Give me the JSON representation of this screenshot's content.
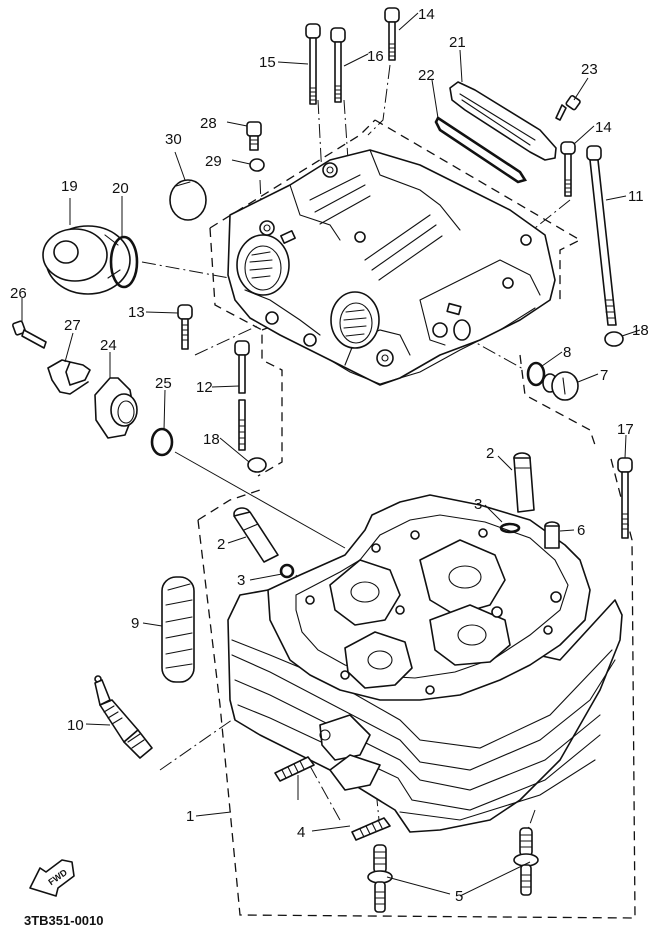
{
  "diagram": {
    "title": "Cylinder head exploded parts diagram",
    "drawing_code": "3TB351-0010",
    "direction_badge": "FWD",
    "colors": {
      "ink": "#111111",
      "paper": "#ffffff"
    },
    "callouts": [
      {
        "id": "c1",
        "label": "1",
        "part": "cylinder-head"
      },
      {
        "id": "c2a",
        "label": "2",
        "part": "valve-guide"
      },
      {
        "id": "c2b",
        "label": "2",
        "part": "valve-guide"
      },
      {
        "id": "c3a",
        "label": "3",
        "part": "circlip"
      },
      {
        "id": "c3b",
        "label": "3",
        "part": "circlip"
      },
      {
        "id": "c4",
        "label": "4",
        "part": "stud-bolt"
      },
      {
        "id": "c5",
        "label": "5",
        "part": "stud-bolt-collared"
      },
      {
        "id": "c6",
        "label": "6",
        "part": "dowel-pin"
      },
      {
        "id": "c7",
        "label": "7",
        "part": "plug"
      },
      {
        "id": "c8",
        "label": "8",
        "part": "o-ring"
      },
      {
        "id": "c9",
        "label": "9",
        "part": "spark-plug-cover"
      },
      {
        "id": "c10",
        "label": "10",
        "part": "spark-plug"
      },
      {
        "id": "c11",
        "label": "11",
        "part": "long-bolt"
      },
      {
        "id": "c12",
        "label": "12",
        "part": "bolt"
      },
      {
        "id": "c13",
        "label": "13",
        "part": "bolt"
      },
      {
        "id": "c14a",
        "label": "14",
        "part": "bolt"
      },
      {
        "id": "c14b",
        "label": "14",
        "part": "bolt"
      },
      {
        "id": "c15",
        "label": "15",
        "part": "bolt"
      },
      {
        "id": "c16",
        "label": "16",
        "part": "bolt"
      },
      {
        "id": "c17",
        "label": "17",
        "part": "bolt"
      },
      {
        "id": "c18a",
        "label": "18",
        "part": "washer"
      },
      {
        "id": "c18b",
        "label": "18",
        "part": "washer"
      },
      {
        "id": "c19",
        "label": "19",
        "part": "tappet-cover"
      },
      {
        "id": "c20",
        "label": "20",
        "part": "o-ring"
      },
      {
        "id": "c21",
        "label": "21",
        "part": "cover"
      },
      {
        "id": "c22",
        "label": "22",
        "part": "gasket"
      },
      {
        "id": "c23",
        "label": "23",
        "part": "bolt"
      },
      {
        "id": "c24",
        "label": "24",
        "part": "joint"
      },
      {
        "id": "c25",
        "label": "25",
        "part": "o-ring"
      },
      {
        "id": "c26",
        "label": "26",
        "part": "screw"
      },
      {
        "id": "c27",
        "label": "27",
        "part": "clamp"
      },
      {
        "id": "c28",
        "label": "28",
        "part": "bolt"
      },
      {
        "id": "c29",
        "label": "29",
        "part": "washer"
      },
      {
        "id": "c30",
        "label": "30",
        "part": "cap"
      }
    ]
  }
}
